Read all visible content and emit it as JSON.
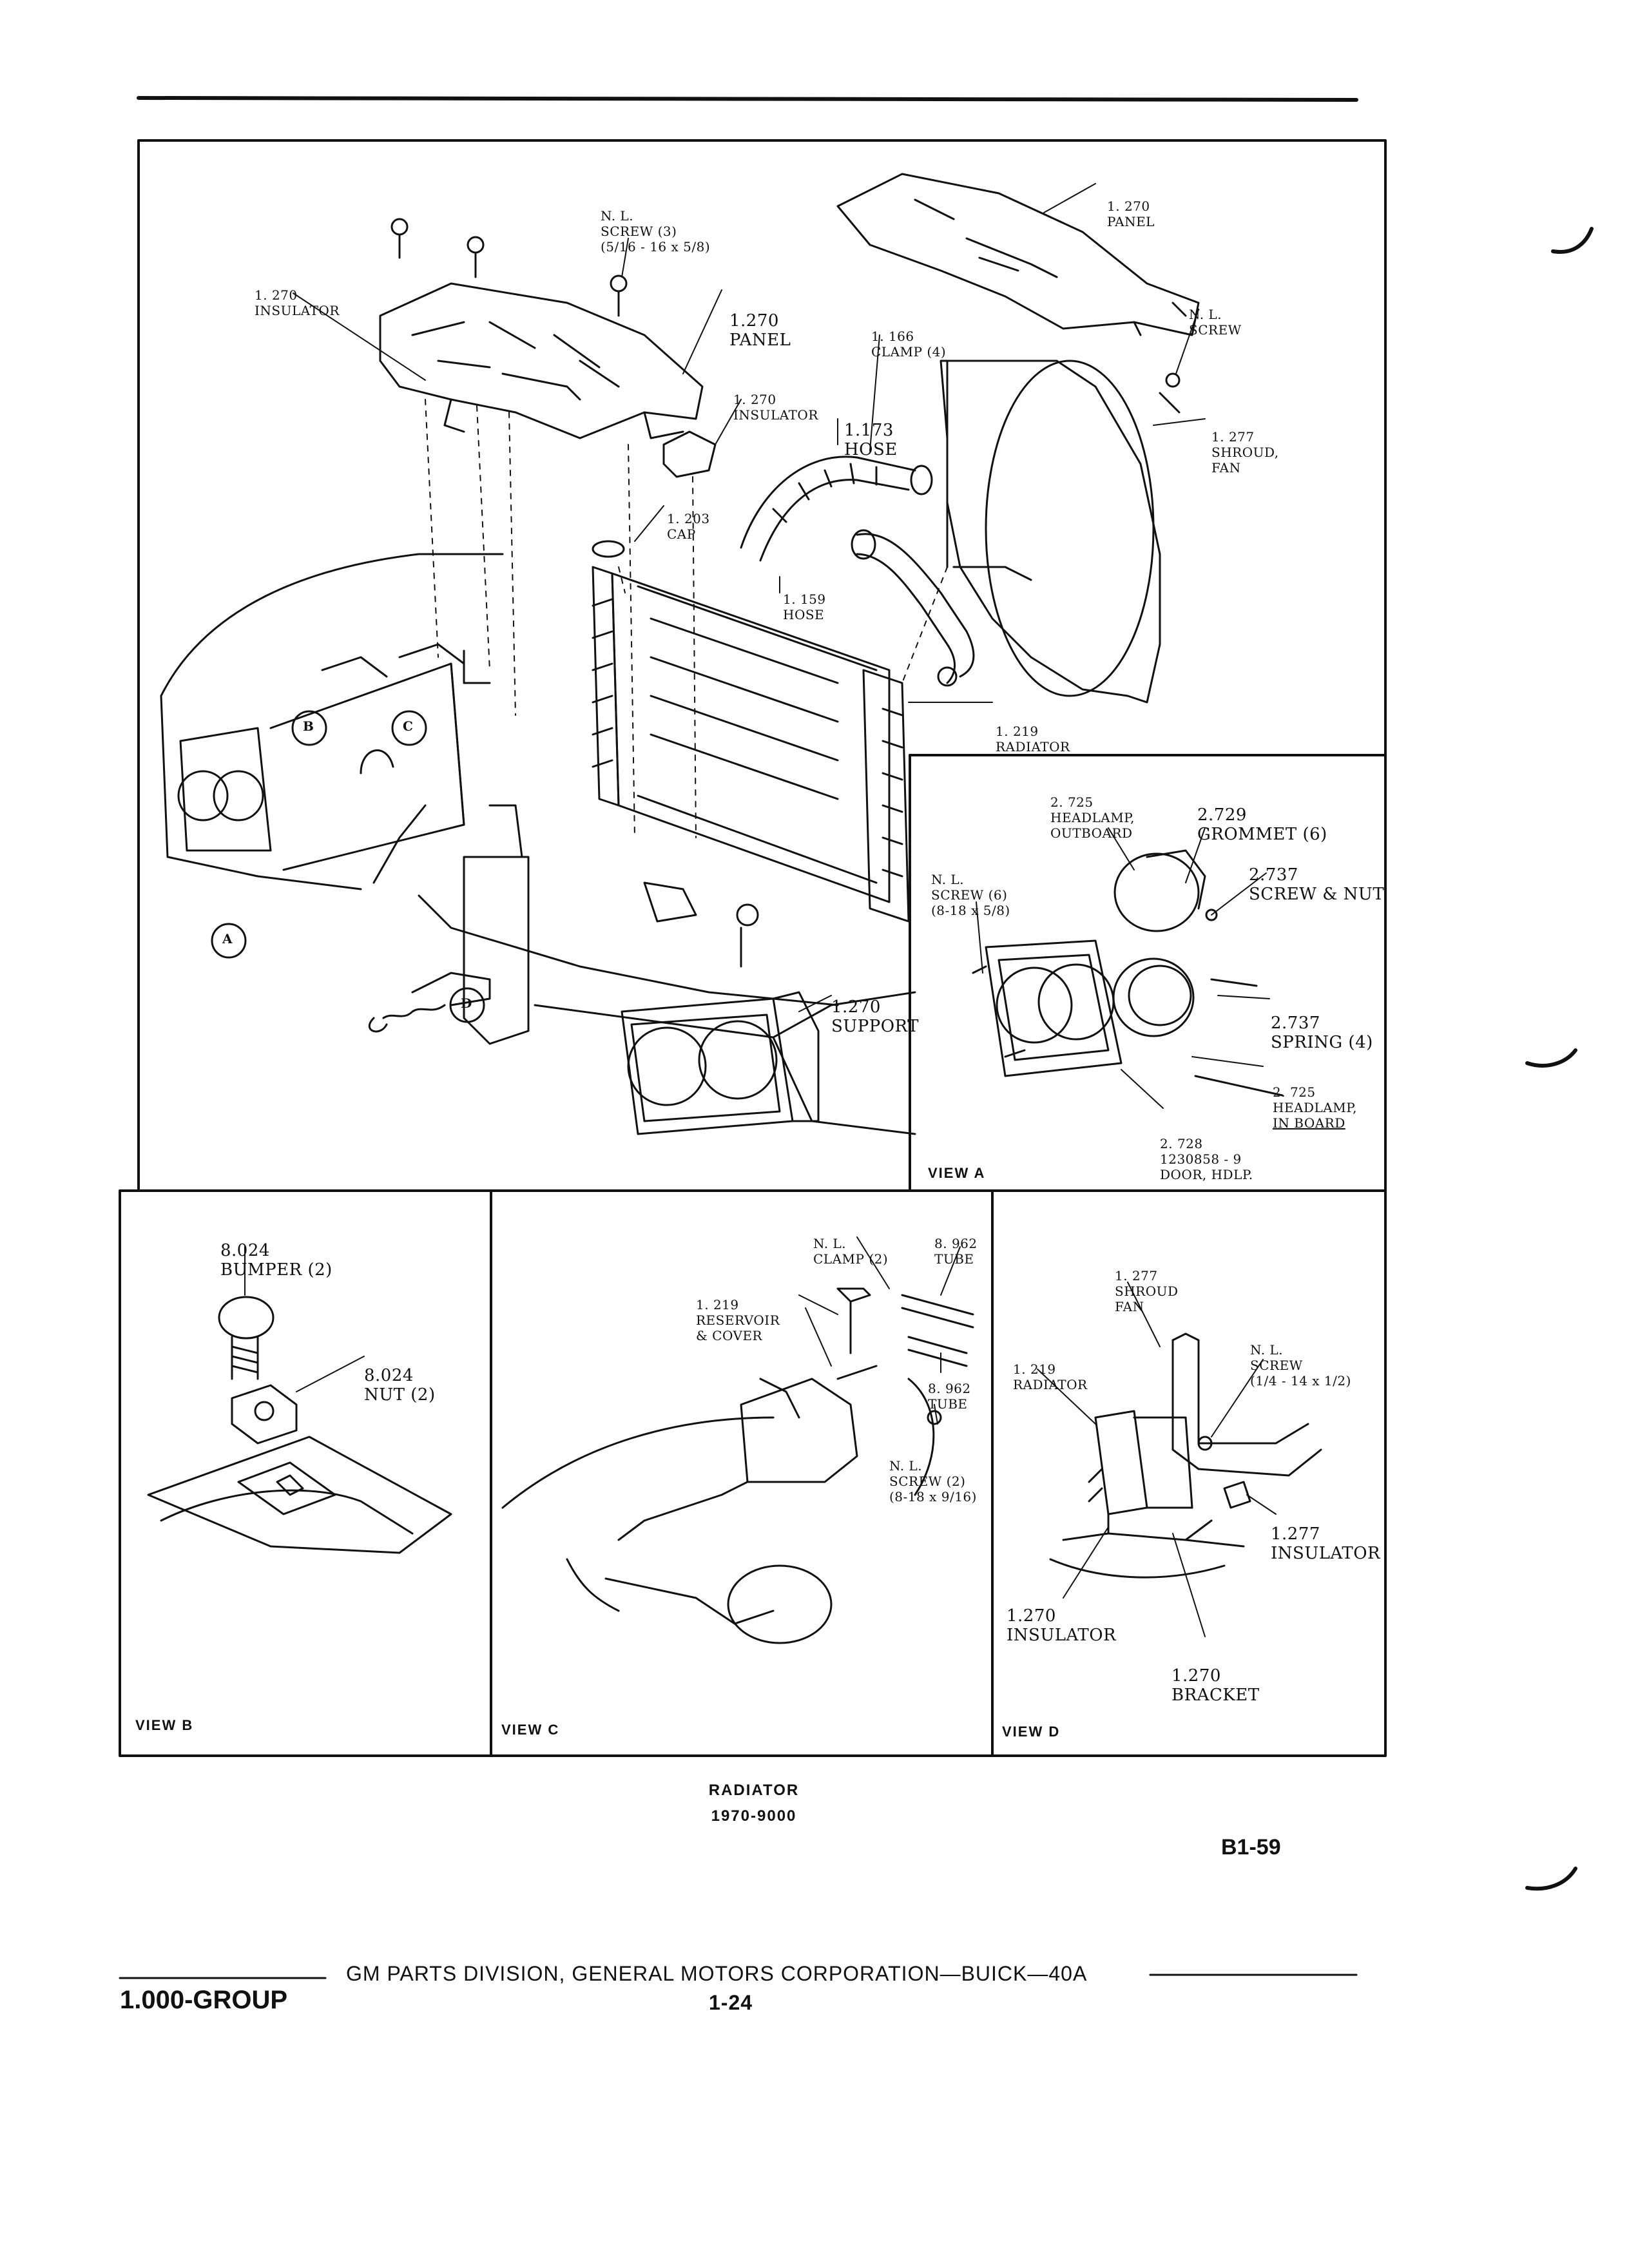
{
  "main_view": {
    "labels": {
      "nl_screw_top": [
        "N. L.",
        "SCREW (3)",
        "(5/16 - 16 x 5/8)"
      ],
      "insulator_left": [
        "1. 270",
        "INSULATOR"
      ],
      "panel_left": [
        "1.270",
        "PANEL"
      ],
      "insulator_right": [
        "1. 270",
        "INSULATOR"
      ],
      "panel_top": [
        "1. 270",
        "PANEL"
      ],
      "clamp": [
        "1. 166",
        "CLAMP (4)"
      ],
      "nl_screw_right": [
        "N. L.",
        "SCREW"
      ],
      "hose_top": [
        "1.173",
        "HOSE"
      ],
      "shroud_fan": [
        "1. 277",
        "SHROUD,",
        "FAN"
      ],
      "cap": [
        "1. 203",
        "CAP"
      ],
      "hose_lower": [
        "1. 159",
        "HOSE"
      ],
      "radiator": [
        "1. 219",
        "RADIATOR"
      ],
      "support": [
        "1.270",
        "SUPPORT"
      ]
    },
    "callouts": [
      "B",
      "C",
      "A",
      "D"
    ]
  },
  "view_a": {
    "title": "VIEW A",
    "labels": {
      "headlamp_outboard": [
        "2. 725",
        "HEADLAMP,",
        "OUTBOARD"
      ],
      "grommet": [
        "2.729",
        "GROMMET (6)"
      ],
      "nl_screw": [
        "N. L.",
        "SCREW (6)",
        "(8-18 x 5/8)"
      ],
      "screw_nut": [
        "2.737",
        "SCREW & NUT"
      ],
      "spring": [
        "2.737",
        "SPRING (4)"
      ],
      "headlamp_inboard": [
        "2. 725",
        "HEADLAMP,",
        "IN BOARD"
      ],
      "door": [
        "2. 728",
        "1230858 - 9",
        "DOOR, HDLP."
      ]
    }
  },
  "view_b": {
    "title": "VIEW B",
    "labels": {
      "bumper": [
        "8.024",
        "BUMPER (2)"
      ],
      "nut": [
        "8.024",
        "NUT (2)"
      ]
    }
  },
  "view_c": {
    "title": "VIEW C",
    "labels": {
      "nl_clamp": [
        "N. L.",
        "CLAMP (2)"
      ],
      "tube_top": [
        "8. 962",
        "TUBE"
      ],
      "reservoir": [
        "1. 219",
        "RESERVOIR",
        "& COVER"
      ],
      "tube_lower": [
        "8. 962",
        "TUBE"
      ],
      "nl_screw": [
        "N. L.",
        "SCREW (2)",
        "(8-18 x 9/16)"
      ]
    }
  },
  "view_d": {
    "title": "VIEW D",
    "labels": {
      "shroud_fan": [
        "1. 277",
        "SHROUD",
        "FAN"
      ],
      "nl_screw": [
        "N. L.",
        "SCREW",
        "(1/4 - 14 x 1/2)"
      ],
      "radiator": [
        "1. 219",
        "RADIATOR"
      ],
      "insulator_right": [
        "1.277",
        "INSULATOR"
      ],
      "insulator_left": [
        "1.270",
        "INSULATOR"
      ],
      "bracket": [
        "1.270",
        "BRACKET"
      ]
    }
  },
  "caption": {
    "title": "RADIATOR",
    "years": "1970-9000"
  },
  "page_code": "B1-59",
  "footer": {
    "text": "GM PARTS DIVISION, GENERAL MOTORS CORPORATION—BUICK—40A",
    "page": "1-24",
    "group": "1.000-GROUP"
  }
}
